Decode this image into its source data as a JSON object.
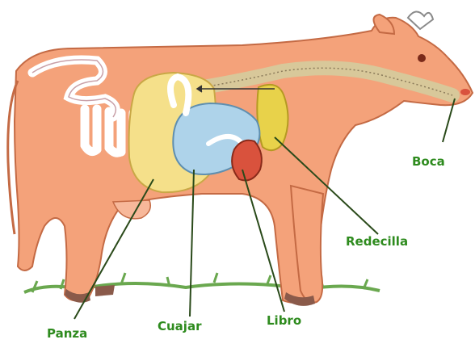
{
  "diagram": {
    "colors": {
      "body": "#f4a27a",
      "body_outline": "#c46a44",
      "intestine": "#ffffff",
      "panza": "#f5e08a",
      "redecilla": "#e8d24a",
      "cuajar": "#aed3ea",
      "libro": "#d9523d",
      "esophagus": "#d8c89a",
      "grass": "#6aa84f",
      "label_text": "#2e8b1e"
    },
    "labels": {
      "boca": "Boca",
      "redecilla": "Redecilla",
      "panza": "Panza",
      "cuajar": "Cuajar",
      "libro": "Libro"
    }
  }
}
